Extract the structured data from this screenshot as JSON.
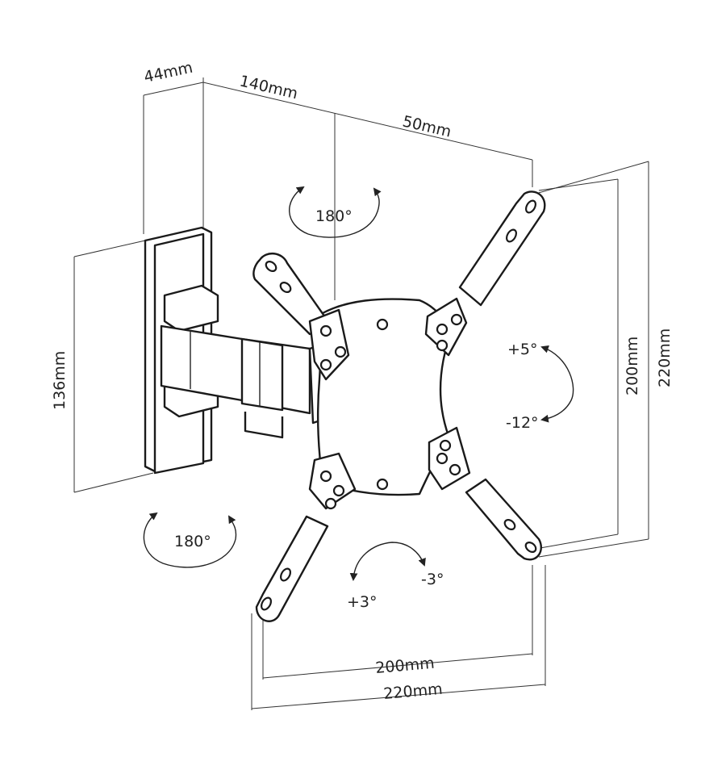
{
  "dimensions": {
    "wall_depth": "44mm",
    "arm_length": "140mm",
    "offset": "50mm",
    "plate_height": "136mm",
    "vesa_vertical_inner": "200mm",
    "vesa_vertical_outer": "220mm",
    "vesa_horizontal_inner": "200mm",
    "vesa_horizontal_outer": "220mm"
  },
  "angles": {
    "swivel_top": "180°",
    "swivel_bottom": "180°",
    "tilt_up": "+5°",
    "tilt_down": "-12°",
    "rotate_pos": "+3°",
    "rotate_neg": "-3°"
  }
}
